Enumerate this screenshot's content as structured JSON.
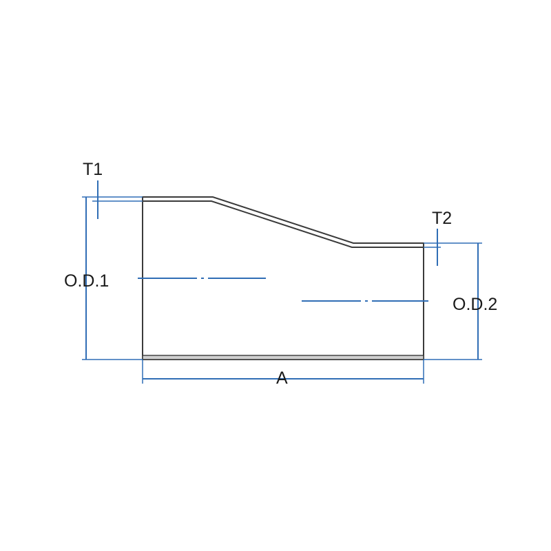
{
  "labels": {
    "t1": "T1",
    "t2": "T2",
    "od1": "O.D.1",
    "od2": "O.D.2",
    "length": "A"
  },
  "colors": {
    "dimension": "#2f6db5",
    "outline": "#3a3a3a",
    "wall_fill": "#cfcfcf"
  }
}
